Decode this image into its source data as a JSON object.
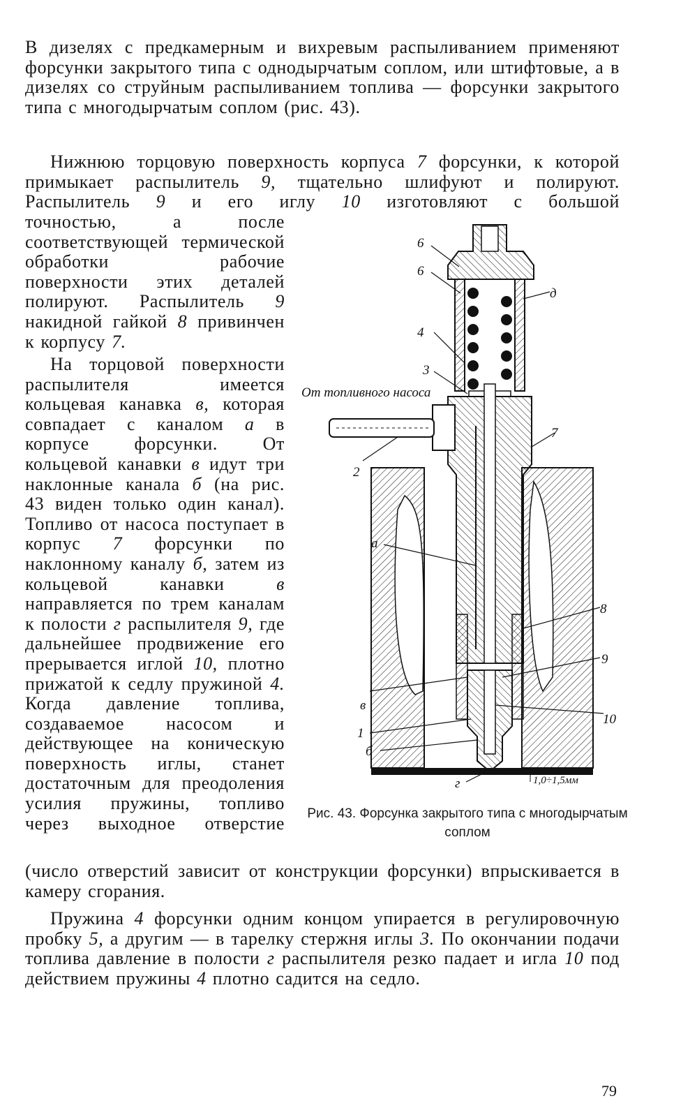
{
  "text": {
    "p1": "В дизелях с предкамерным и вихревым распыливанием применяют форсунки закрытого типа с однодырчатым соплом, или штифтовые, а в дизелях со струйным распыливанием топлива — форсунки закрытого типа с многодырчатым соплом (рис. 43).",
    "p2": {
      "a": "Нижнюю торцовую поверхность корпуса ",
      "n7": "7",
      "b": " форсунки, к которой примыкает распылитель ",
      "n9": "9,",
      "c": " тщательно шлифуют и полируют. Распылитель ",
      "n9b": "9",
      "d": " и его иглу ",
      "n10": "10",
      "e": " изготовляют с большой"
    },
    "p2col": {
      "a": "точностью, а после соответствующей термической обработки рабочие поверхности этих деталей полируют. Распылитель ",
      "n9": "9",
      "b": " накидной гайкой ",
      "n8": "8",
      "c": " привинчен к корпусу ",
      "n7": "7."
    },
    "p3col": {
      "a": "На торцовой поверхности распылителя имеется кольцевая канавка ",
      "v1": "в,",
      "b": " которая совпадает с каналом ",
      "a1": "а",
      "c": " в корпусе форсунки. От кольцевой канавки ",
      "v2": "в",
      "d": " идут три наклонные канала ",
      "b1": "б",
      "e": " (на рис. 43 виден только один канал). Топливо от насоса поступает в корпус ",
      "n7": "7",
      "f": " форсунки по наклонному каналу ",
      "b2": "б,",
      "g": " затем из кольцевой канавки ",
      "v3": "в",
      "h": " направляется по трем каналам к полости ",
      "g1": "г",
      "i": " распылителя ",
      "n9": "9,",
      "j": " где дальнейшее продвижение его прерывается иглой ",
      "n10": "10,",
      "k": " плотно прижатой к седлу пружиной ",
      "n4": "4.",
      "l": " Когда давление топлива, создаваемое насосом и действующее на коническую поверхность иглы, станет достаточным для преодоления усилия пружины, топливо через выходное отверстие"
    },
    "p3end": "(число отверстий зависит от конструкции форсунки) впрыскивается в камеру сгорания.",
    "p4": {
      "a": "Пружина ",
      "n4": "4",
      "b": " форсунки одним концом упирается в регулировочную пробку ",
      "n5": "5,",
      "c": " а другим — в тарелку стержня иглы ",
      "n3": "3.",
      "d": " По окончании подачи топлива давление в полости ",
      "g": "г",
      "e": " распылителя резко падает и игла ",
      "n10": "10",
      "f": " под действием пружины ",
      "n4b": "4",
      "h": " плотно садится на седло."
    }
  },
  "figure": {
    "caption": "Рис. 43. Форсунка закрытого типа с многодырчатым соплом",
    "fuel_label": "От топливного насоса",
    "dimension": "1,0÷1,5мм",
    "labels": {
      "l6a": "6",
      "l6b": "6",
      "l4": "4",
      "l3": "3",
      "l2": "2",
      "lA": "а",
      "lB1": "в",
      "l1": "1",
      "lB2": "б",
      "lG": "г",
      "ld": "д",
      "l7": "7",
      "l8": "8",
      "l9": "9",
      "l10": "10"
    }
  },
  "page_number": "79"
}
